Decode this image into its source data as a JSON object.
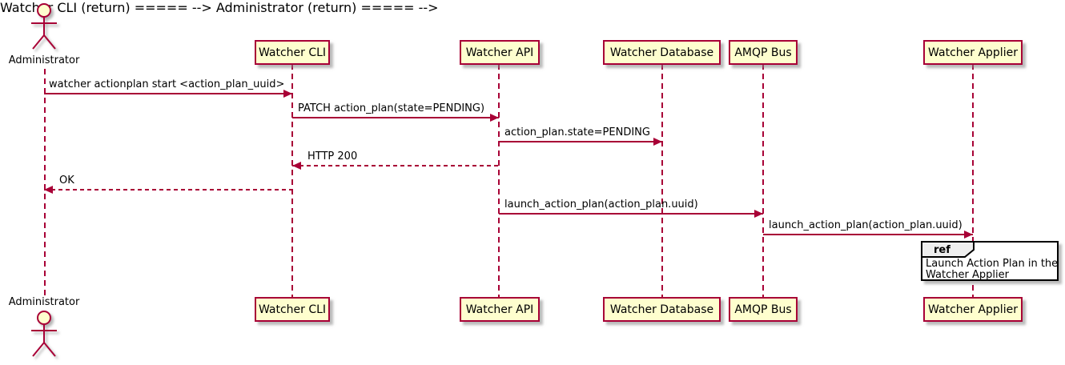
{
  "diagram_type": "sequence-diagram",
  "actor": {
    "name": "Administrator"
  },
  "participants": [
    {
      "label": "Watcher CLI"
    },
    {
      "label": "Watcher API"
    },
    {
      "label": "Watcher Database"
    },
    {
      "label": "AMQP Bus"
    },
    {
      "label": "Watcher Applier"
    }
  ],
  "messages": [
    {
      "from": "Administrator",
      "to": "Watcher CLI",
      "text": "watcher actionplan start <action_plan_uuid>",
      "line": "solid",
      "direction": "right"
    },
    {
      "from": "Watcher CLI",
      "to": "Watcher API",
      "text": "PATCH action_plan(state=PENDING)",
      "line": "solid",
      "direction": "right"
    },
    {
      "from": "Watcher API",
      "to": "Watcher Database",
      "text": "action_plan.state=PENDING",
      "line": "solid",
      "direction": "right"
    },
    {
      "from": "Watcher API",
      "to": "Watcher CLI",
      "text": "HTTP 200",
      "line": "dashed",
      "direction": "left"
    },
    {
      "from": "Watcher CLI",
      "to": "Administrator",
      "text": "OK",
      "line": "dashed",
      "direction": "left"
    },
    {
      "from": "Watcher API",
      "to": "AMQP Bus",
      "text": "launch_action_plan(action_plan.uuid)",
      "line": "solid",
      "direction": "right"
    },
    {
      "from": "AMQP Bus",
      "to": "Watcher Applier",
      "text": "launch_action_plan(action_plan.uuid)",
      "line": "solid",
      "direction": "right"
    }
  ],
  "ref_fragment": {
    "keyword": "ref",
    "lines": [
      "Launch Action Plan in the",
      "Watcher Applier"
    ]
  },
  "colors": {
    "participant_fill": "#FEFECE",
    "stroke": "#A80036",
    "text": "#000000",
    "ref_tab_fill": "#EEEEEE",
    "ref_border": "#000000",
    "background": "#FFFFFF"
  }
}
